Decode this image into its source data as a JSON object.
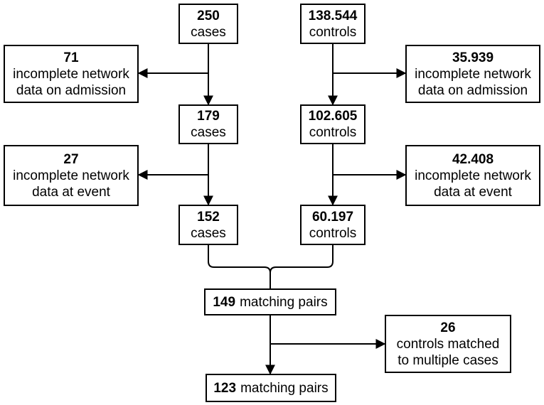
{
  "boxes": {
    "cases_250": {
      "number": "250",
      "label": "cases"
    },
    "controls_138544": {
      "number": "138.544",
      "label": "controls"
    },
    "excl_cases_admission": {
      "number": "71",
      "line1": "incomplete network",
      "line2": "data on admission"
    },
    "excl_controls_admission": {
      "number": "35.939",
      "line1": "incomplete network",
      "line2": "data on admission"
    },
    "cases_179": {
      "number": "179",
      "label": "cases"
    },
    "controls_102605": {
      "number": "102.605",
      "label": "controls"
    },
    "excl_cases_event": {
      "number": "27",
      "line1": "incomplete network",
      "line2": "data at event"
    },
    "excl_controls_event": {
      "number": "42.408",
      "line1": "incomplete network",
      "line2": "data at event"
    },
    "cases_152": {
      "number": "152",
      "label": "cases"
    },
    "controls_60197": {
      "number": "60.197",
      "label": "controls"
    },
    "pairs_149": {
      "number": "149",
      "label": "matching pairs"
    },
    "excl_multiple": {
      "number": "26",
      "line1": "controls matched",
      "line2": "to multiple cases"
    },
    "pairs_123": {
      "number": "123",
      "label": "matching pairs"
    }
  }
}
